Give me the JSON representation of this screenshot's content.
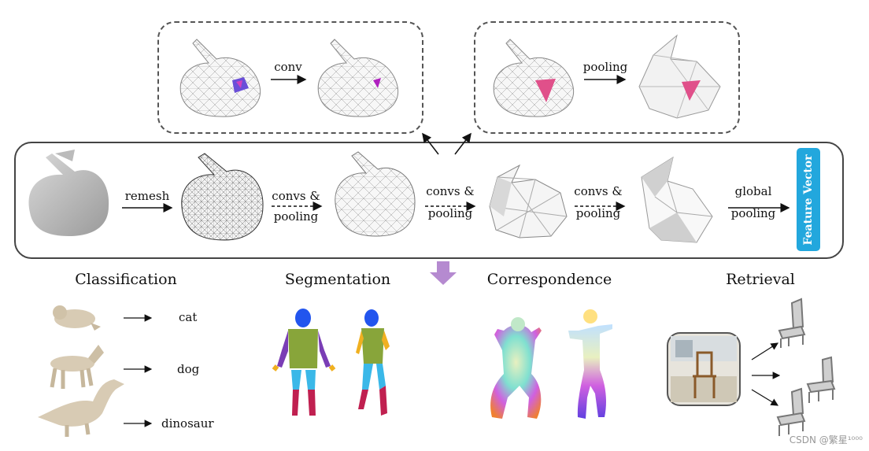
{
  "top_left": {
    "op": "conv"
  },
  "top_right": {
    "op": "pooling"
  },
  "pipeline": {
    "step1": "remesh",
    "step2_line1": "convs &",
    "step2_line2": "pooling",
    "step3_line1": "convs &",
    "step3_line2": "pooling",
    "step4_line1": "convs &",
    "step4_line2": "pooling",
    "step5_line1": "global",
    "step5_line2": "pooling",
    "output": "Feature Vector"
  },
  "tasks": {
    "classification": {
      "title": "Classification",
      "labels": [
        "cat",
        "dog",
        "dinosaur"
      ]
    },
    "segmentation": {
      "title": "Segmentation"
    },
    "correspondence": {
      "title": "Correspondence"
    },
    "retrieval": {
      "title": "Retrieval"
    }
  },
  "watermark": "CSDN @繁星¹⁰⁰⁰",
  "colors": {
    "feature_box": "#22a7dd",
    "down_arrow": "#b58ad0",
    "face_highlight": "#e0508a",
    "face_conv": "#6a4ed8"
  }
}
